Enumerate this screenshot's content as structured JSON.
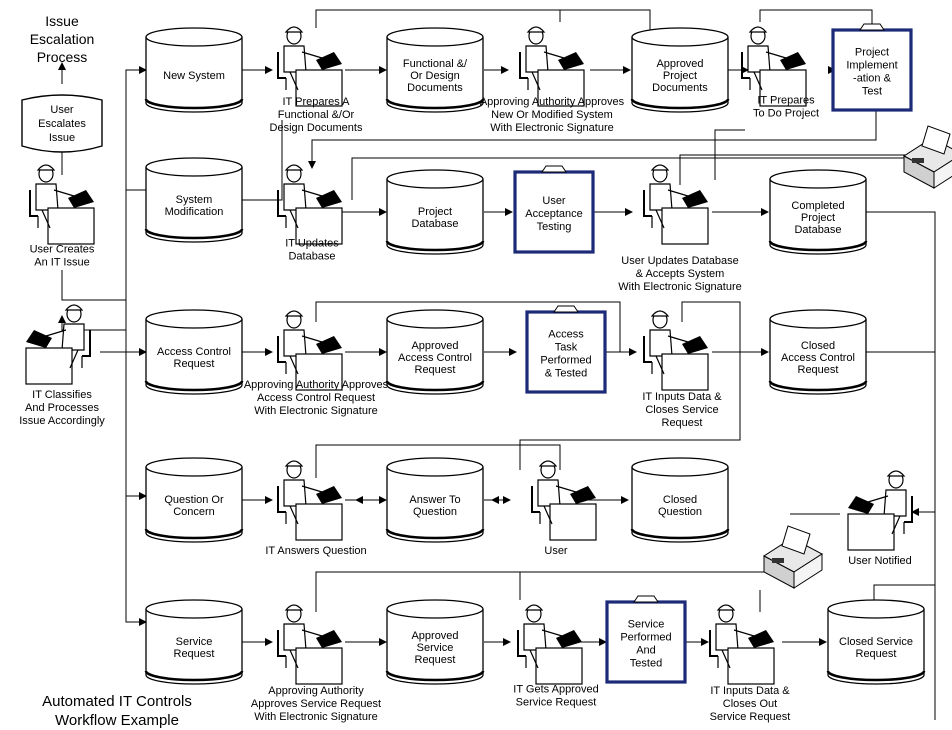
{
  "title": {
    "line1": "Issue",
    "line2": "Escalation",
    "line3": "Process"
  },
  "footer": {
    "line1": "Automated IT Controls",
    "line2": "Workflow Example"
  },
  "databases": {
    "new_system": [
      "New System"
    ],
    "system_modification": [
      "System",
      "Modification"
    ],
    "access_control_request": [
      "Access Control",
      "Request"
    ],
    "question_or_concern": [
      "Question Or",
      "Concern"
    ],
    "service_request": [
      "Service",
      "Request"
    ],
    "functional_design_documents": [
      "Functional &/",
      "Or Design",
      "Documents"
    ],
    "approved_project_documents": [
      "Approved",
      "Project",
      "Documents"
    ],
    "project_database": [
      "Project",
      "Database"
    ],
    "completed_project_database": [
      "Completed",
      "Project",
      "Database"
    ],
    "approved_access_control_request": [
      "Approved",
      "Access Control",
      "Request"
    ],
    "closed_access_control_request": [
      "Closed",
      "Access Control",
      "Request"
    ],
    "answer_to_question": [
      "Answer To",
      "Question"
    ],
    "closed_question": [
      "Closed",
      "Question"
    ],
    "approved_service_request": [
      "Approved",
      "Service",
      "Request"
    ],
    "closed_service_request": [
      "Closed Service",
      "Request"
    ]
  },
  "clipboards": {
    "project_implementation": [
      "Project",
      "Implement",
      "-ation &",
      "Test"
    ],
    "user_acceptance_testing": [
      "User",
      "Acceptance",
      "Testing"
    ],
    "access_task": [
      "Access",
      "Task",
      "Performed",
      "& Tested"
    ],
    "service_performed": [
      "Service",
      "Performed",
      "And",
      "Tested"
    ]
  },
  "flag": [
    "User",
    "Escalates",
    "Issue"
  ],
  "person_labels": {
    "user_creates": [
      "User Creates",
      "An IT Issue"
    ],
    "it_classifies": [
      "IT Classifies",
      "And Processes",
      "Issue Accordingly"
    ],
    "it_prepares_functional": [
      "IT Prepares A",
      "Functional &/Or",
      "Design Documents"
    ],
    "approving_new_system": [
      "Approving Authority Approves",
      "New Or Modified System",
      "With Electronic Signature"
    ],
    "it_prepares_project": [
      "IT Prepares",
      "To Do Project"
    ],
    "it_updates_database": [
      "IT Updates",
      "Database"
    ],
    "user_updates_database": [
      "User Updates Database",
      "& Accepts System",
      "With Electronic Signature"
    ],
    "approving_access": [
      "Approving Authority Approves",
      "Access Control Request",
      "With Electronic Signature"
    ],
    "it_inputs_closes": [
      "IT Inputs Data &",
      "Closes Service",
      "Request"
    ],
    "it_answers": [
      "IT Answers Question"
    ],
    "user": [
      "User"
    ],
    "user_notified": [
      "User Notified"
    ],
    "approving_service": [
      "Approving Authority",
      "Approves Service Request",
      "With Electronic Signature"
    ],
    "it_gets_approved": [
      "IT Gets Approved",
      "Service Request"
    ],
    "it_inputs_closes_out": [
      "IT Inputs Data &",
      "Closes Out",
      "Service Request"
    ]
  }
}
